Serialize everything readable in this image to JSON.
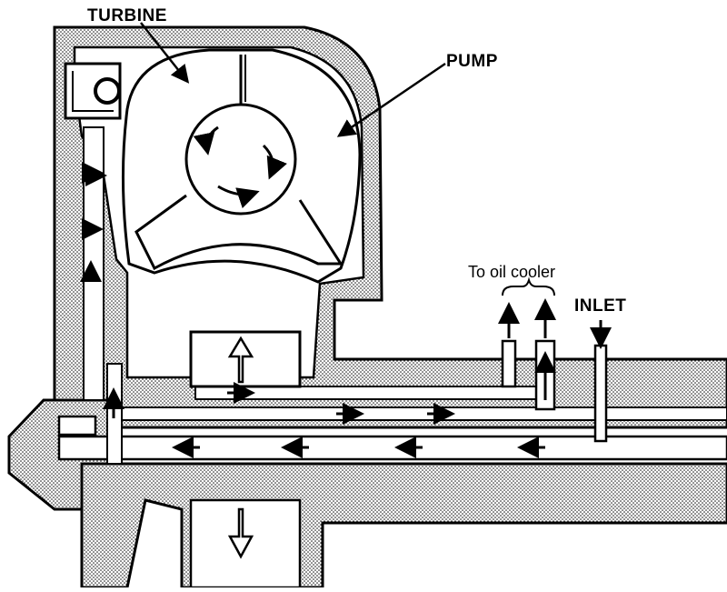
{
  "labels": {
    "turbine": "TURBINE",
    "pump": "PUMP",
    "oil_cooler": "To oil cooler",
    "inlet": "INLET"
  },
  "colors": {
    "ink": "#000000",
    "paper": "#ffffff",
    "stipple": "#000000"
  },
  "icons": {
    "flow_arrow": "arrowhead",
    "hollow_arrow": "hollow-arrow"
  }
}
